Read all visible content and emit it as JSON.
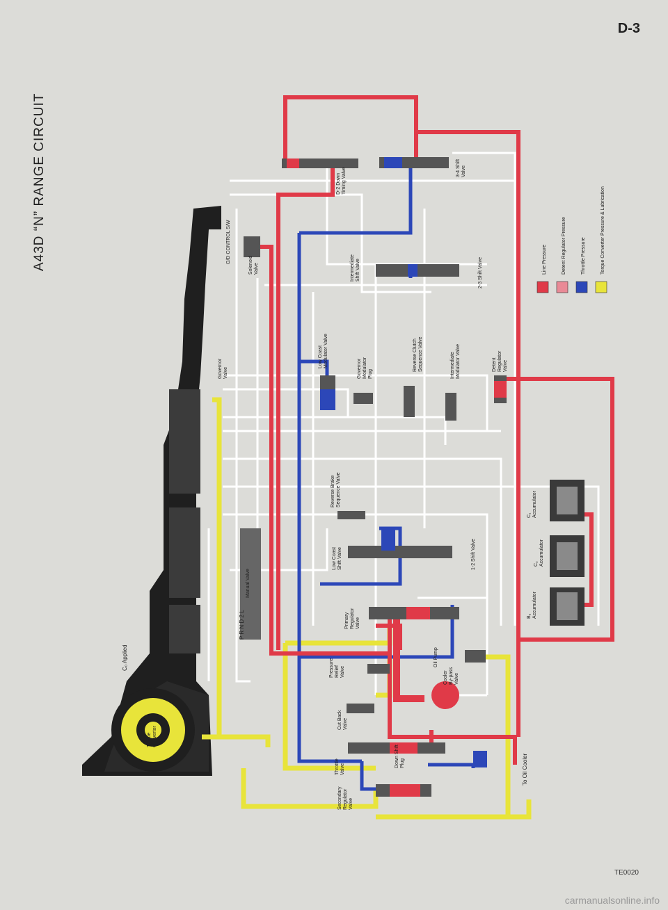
{
  "page": {
    "number": "D-3",
    "title": "A43D “N” RANGE CIRCUIT",
    "code": "TE0020",
    "watermark": "carmanualsonline.info"
  },
  "colors": {
    "line": "#e03a48",
    "detent": "#e98a96",
    "throttle": "#2c47b8",
    "converter": "#e8e43a",
    "housing": "#1f1f1f",
    "passage": "#ffffff"
  },
  "legend": [
    {
      "label": "Line Pressure",
      "color": "#e03a48"
    },
    {
      "label": "Detent Regulator Pressure",
      "color": "#e98a96"
    },
    {
      "label": "Throttle Pressure",
      "color": "#2c47b8"
    },
    {
      "label": "Torque Converter Pressure & Lubrication",
      "color": "#e8e43a"
    }
  ],
  "labels": {
    "od_switch": "O/D CONTROL S/W",
    "solenoid": "Solenoid\nValve",
    "d2_timing": "D-2 Down\nTiming Valve",
    "shift_34": "3-4 Shift\nValve",
    "intermediate_shift": "Intermediate\nShift Valve",
    "shift_23": "2-3 Shift Valve",
    "governor": "Governor\nValve",
    "low_coast_mod": "Low Coast\nModulator Valve",
    "governor_mod": "Governor\nModulator\nPlug",
    "reverse_clutch": "Reverse Clutch\nSequence Valve",
    "intermediate_mod": "Intermediate\nModulator Valve",
    "detent_reg": "Detent\nRegulator\nValve",
    "reverse_brake": "Reverse Brake\nSequence Valve",
    "low_coast_shift": "Low Coast\nShift Valve",
    "shift_12": "1-2 Shift Valve",
    "manual": "Manual Valve",
    "gear_positions": "P R N D 2 L",
    "primary_reg": "Primary\nRegulator\nValve",
    "relief": "Pressure\nRelief\nValve",
    "cooler_bypass": "Cooler\nBy-pass\nValve",
    "oil_pump": "Oil Pump",
    "cut_back": "Cut Back\nValve",
    "throttle_valve": "Throttle\nValve",
    "down_shift": "Down Shift\nPlug",
    "secondary_reg": "Secondary\nRegulator\nValve",
    "to_cooler": "To Oil Cooler",
    "c0_applied": "C₀ Applied",
    "torque_converter": "Torque\nConvertor",
    "c1_acc": "C₁\nAccumulator",
    "c2_acc": "C₂\nAccumulator",
    "b2_acc": "B₂\nAccumulator"
  }
}
